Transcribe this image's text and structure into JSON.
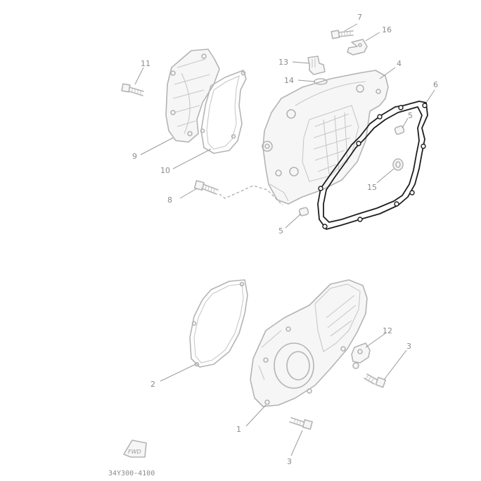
{
  "diagram": {
    "callouts": [
      {
        "id": "c7",
        "label": "7"
      },
      {
        "id": "c16",
        "label": "16"
      },
      {
        "id": "c13",
        "label": "13"
      },
      {
        "id": "c14",
        "label": "14"
      },
      {
        "id": "c4",
        "label": "4"
      },
      {
        "id": "c6",
        "label": "6"
      },
      {
        "id": "c11",
        "label": "11"
      },
      {
        "id": "c9",
        "label": "9"
      },
      {
        "id": "c10",
        "label": "10"
      },
      {
        "id": "c5a",
        "label": "5"
      },
      {
        "id": "c15",
        "label": "15"
      },
      {
        "id": "c8",
        "label": "8"
      },
      {
        "id": "c5b",
        "label": "5"
      },
      {
        "id": "c12",
        "label": "12"
      },
      {
        "id": "c3a",
        "label": "3"
      },
      {
        "id": "c2",
        "label": "2"
      },
      {
        "id": "c1",
        "label": "1"
      },
      {
        "id": "c3b",
        "label": "3"
      }
    ],
    "diagram_code": "34Y300-4100",
    "emblem_text": "FWD",
    "highlight_color": "#1e1e1e",
    "part_color": "#b4b4b4"
  }
}
